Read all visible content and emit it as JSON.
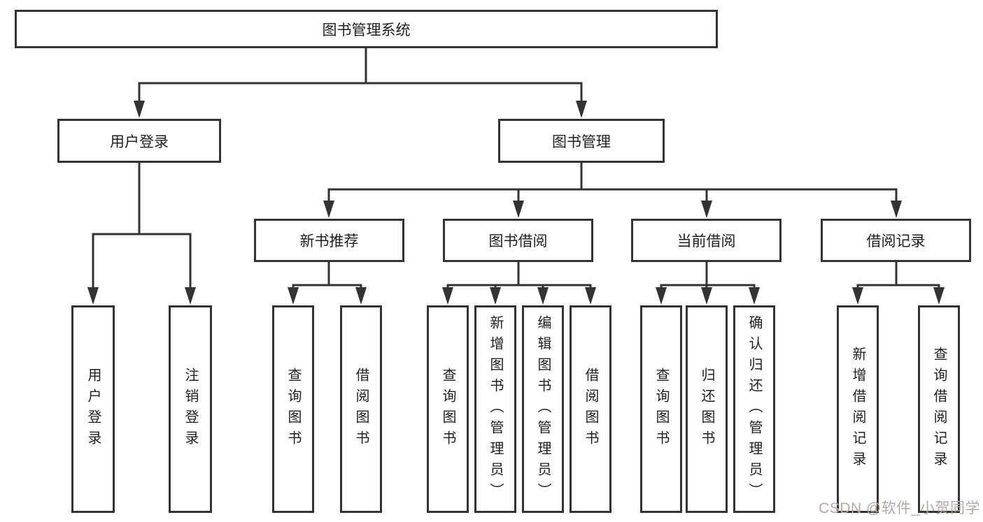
{
  "diagram": {
    "title_node": "图书管理系统",
    "branches": [
      {
        "label": "用户登录",
        "leaves": [
          "用户登录",
          "注销登录"
        ]
      },
      {
        "label": "图书管理",
        "groups": [
          {
            "label": "新书推荐",
            "leaves": [
              "查询图书",
              "借阅图书"
            ]
          },
          {
            "label": "图书借阅",
            "leaves": [
              "查询图书",
              "新增图书（管理员）",
              "编辑图书（管理员）",
              "借阅图书"
            ]
          },
          {
            "label": "当前借阅",
            "leaves": [
              "查询图书",
              "归还图书",
              "确认归还（管理员）"
            ]
          },
          {
            "label": "借阅记录",
            "leaves": [
              "新增借阅记录",
              "查询借阅记录"
            ]
          }
        ]
      }
    ]
  },
  "watermark": "CSDN @软件_小贺同学",
  "colors": {
    "line": "#333333",
    "text": "#1f1f1f",
    "box_fill": "#ffffff",
    "watermark": "#b3a7a7",
    "background": "#ffffff"
  }
}
